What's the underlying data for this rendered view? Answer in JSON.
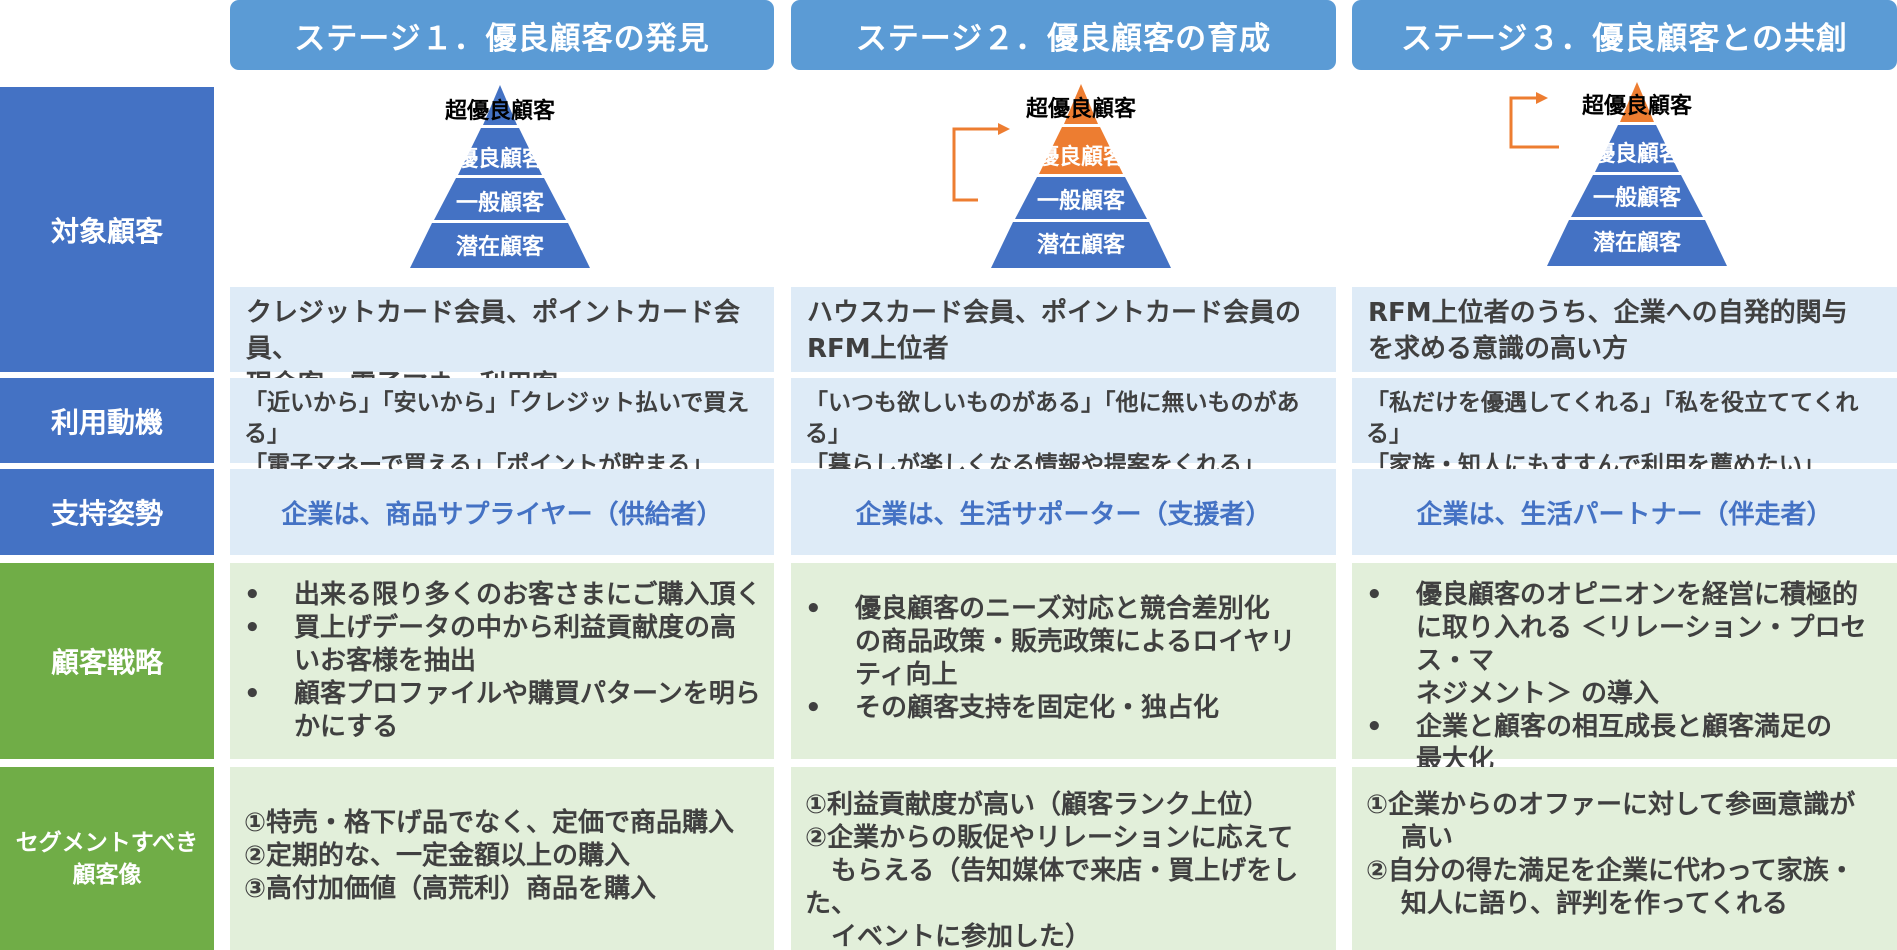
{
  "stages": [
    {
      "title": "ステージ１．優良顧客の発見",
      "pyramid": [
        "超優良顧客",
        "優良顧客",
        "一般顧客",
        "潜在顧客"
      ],
      "customers": "クレジットカード会員、ポイントカード会員、\n現金客、電子マネー利用客",
      "motive": "「近いから」「安いから」「クレジット払いで買える」\n「電子マネーで買える」「ポイントが貯まる」",
      "stance": "企業は、商品サプライヤー（供給者）",
      "strategy": [
        "出来る限り多くのお客さまにご購入頂く",
        "買上げデータの中から利益貢献度の高\nいお客様を抽出",
        "顧客プロファイルや購買パターンを明ら\nかにする"
      ],
      "segment": "①特売・格下げ品でなく、定価で商品購入\n②定期的な、一定金額以上の購入\n③高付加価値（高荒利）商品を購入"
    },
    {
      "title": "ステージ２．優良顧客の育成",
      "pyramid": [
        "超優良顧客",
        "優良顧客",
        "一般顧客",
        "潜在顧客"
      ],
      "customers": "ハウスカード会員、ポイントカード会員の\nRFM上位者",
      "motive": "「いつも欲しいものがある」「他に無いものがある」\n「暮らしが楽しくなる情報や提案をくれる」",
      "stance": "企業は、生活サポーター（支援者）",
      "strategy": [
        "優良顧客のニーズ対応と競合差別化\nの商品政策・販売政策によるロイヤリ\nティ向上",
        "その顧客支持を固定化・独占化"
      ],
      "segment": "①利益貢献度が高い（顧客ランク上位）\n②企業からの販促やリレーションに応えて\n　もらえる（告知媒体で来店・買上げをした、\n　イベントに参加した）"
    },
    {
      "title": "ステージ３．優良顧客との共創",
      "pyramid": [
        "超優良顧客",
        "優良顧客",
        "一般顧客",
        "潜在顧客"
      ],
      "customers": "RFM上位者のうち、企業への自発的関与\nを求める意識の高い方",
      "motive": "「私だけを優遇してくれる」「私を役立ててくれる」\n「家族・知人にもすすんで利用を薦めたい」",
      "stance": "企業は、生活パートナー（伴走者）",
      "strategy": [
        "優良顧客のオピニオンを経営に積極的\nに取り入れる ＜リレーション・プロセス・マ\nネジメント＞ の導入",
        "企業と顧客の相互成長と顧客満足の\n最大化"
      ],
      "segment": "①企業からのオファーに対して参画意識が\n　 高い\n②自分の得た満足を企業に代わって家族・\n　 知人に語り、評判を作ってくれる"
    }
  ],
  "row_labels": {
    "target": "対象顧客",
    "motive": "利用動機",
    "stance": "支持姿勢",
    "strategy": "顧客戦略",
    "segment": "セグメントすべき\n顧客像"
  },
  "colors": {
    "header": "#5b9bd5",
    "blue_label": "#4472c4",
    "green_label": "#70ad47",
    "blue_cell": "#deebf7",
    "green_cell": "#e2efda",
    "pyramid_blue": "#4472c4",
    "highlight_orange": "#ed7d31"
  },
  "highlighted_level": [
    null,
    1,
    0
  ]
}
